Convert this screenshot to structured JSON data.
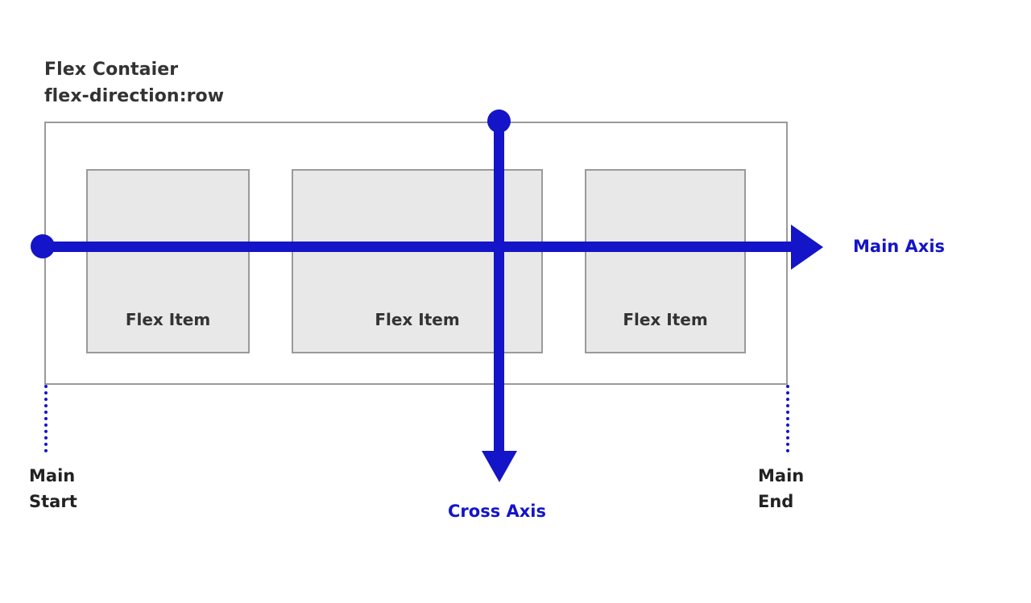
{
  "diagram": {
    "title_lines": [
      "Flex Contaier",
      "flex-direction:row"
    ],
    "container": {
      "name": "Flex Contaier"
    },
    "items": [
      {
        "label": "Flex Item"
      },
      {
        "label": "Flex Item"
      },
      {
        "label": "Flex Item"
      }
    ],
    "axes": {
      "main_axis_label": "Main Axis",
      "cross_axis_label": "Cross Axis"
    },
    "edges": {
      "main_start_lines": [
        "Main",
        "Start"
      ],
      "main_end_lines": [
        "Main",
        "End"
      ]
    },
    "colors": {
      "axis_blue": "#1414c8",
      "item_fill": "#e8e8e8",
      "border_gray": "#9a9a9a",
      "text_dark": "#333333",
      "background": "#ffffff"
    }
  }
}
